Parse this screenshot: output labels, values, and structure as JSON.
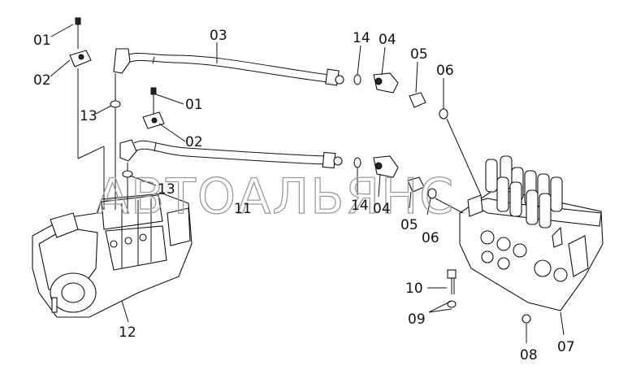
{
  "watermark": "АВТОАЛЬЯНС",
  "labels": [
    {
      "id": "l01a",
      "text": "01"
    },
    {
      "id": "l02a",
      "text": "02"
    },
    {
      "id": "l03",
      "text": "03"
    },
    {
      "id": "l14a",
      "text": "14"
    },
    {
      "id": "l04a",
      "text": "04"
    },
    {
      "id": "l05a",
      "text": "05"
    },
    {
      "id": "l06a",
      "text": "06"
    },
    {
      "id": "l13a",
      "text": "13"
    },
    {
      "id": "l01b",
      "text": "01"
    },
    {
      "id": "l02b",
      "text": "02"
    },
    {
      "id": "l13b",
      "text": "13"
    },
    {
      "id": "l11",
      "text": "11"
    },
    {
      "id": "l14b",
      "text": "14"
    },
    {
      "id": "l04b",
      "text": "04"
    },
    {
      "id": "l05b",
      "text": "05"
    },
    {
      "id": "l06b",
      "text": "06"
    },
    {
      "id": "l10",
      "text": "10"
    },
    {
      "id": "l09",
      "text": "09"
    },
    {
      "id": "l12",
      "text": "12"
    },
    {
      "id": "l08",
      "text": "08"
    },
    {
      "id": "l07",
      "text": "07"
    }
  ]
}
